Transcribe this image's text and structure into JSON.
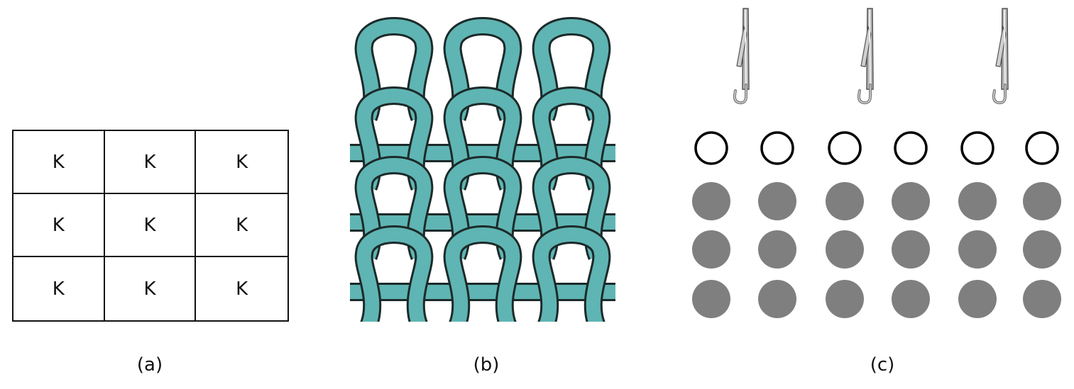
{
  "panels": {
    "a": {
      "caption": "(a)",
      "grid": [
        [
          "K",
          "K",
          "K"
        ],
        [
          "K",
          "K",
          "K"
        ],
        [
          "K",
          "K",
          "K"
        ]
      ]
    },
    "b": {
      "caption": "(b)",
      "yarn_color": "#5fb5b3",
      "outline_color": "#1c2a2a"
    },
    "c": {
      "caption": "(c)",
      "needle_count": 3,
      "empty_circle_count": 6,
      "filled_rows": 3,
      "filled_per_row": 6,
      "filled_color": "#7f7f7f",
      "outline_color": "#000000"
    }
  }
}
